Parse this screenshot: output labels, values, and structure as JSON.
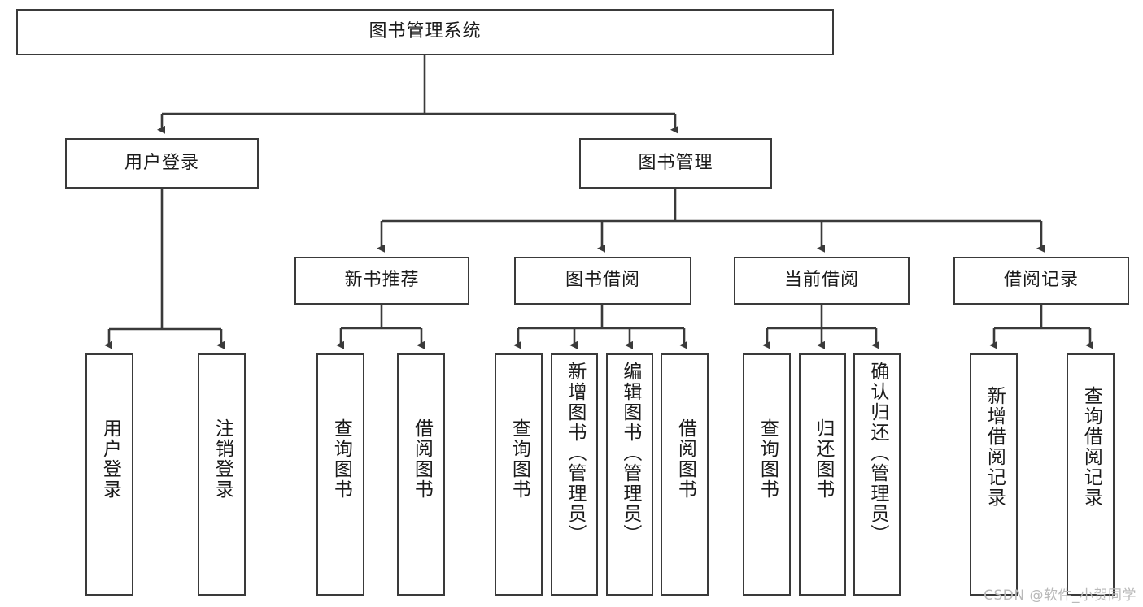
{
  "diagram": {
    "title": "图书管理系统",
    "watermark": "CSDN @软件_小贺同学",
    "root": {
      "id": "root",
      "label": "图书管理系统"
    },
    "level2": [
      {
        "id": "user-login",
        "label": "用户登录"
      },
      {
        "id": "book-management",
        "label": "图书管理"
      }
    ],
    "level3": [
      {
        "id": "new-book-recommend",
        "label": "新书推荐"
      },
      {
        "id": "book-borrow",
        "label": "图书借阅"
      },
      {
        "id": "current-borrow",
        "label": "当前借阅"
      },
      {
        "id": "borrow-record",
        "label": "借阅记录"
      }
    ],
    "leaves": {
      "user_login": [
        {
          "id": "leaf-user-login",
          "label": "用户登录"
        },
        {
          "id": "leaf-logout-login",
          "label": "注销登录"
        }
      ],
      "new_book_recommend": [
        {
          "id": "leaf-query-book-1",
          "label": "查询图书"
        },
        {
          "id": "leaf-borrow-book-1",
          "label": "借阅图书"
        }
      ],
      "book_borrow": [
        {
          "id": "leaf-query-book-2",
          "label": "查询图书"
        },
        {
          "id": "leaf-add-book",
          "label": "新增图书（管理员）"
        },
        {
          "id": "leaf-edit-book",
          "label": "编辑图书（管理员）"
        },
        {
          "id": "leaf-borrow-book-2",
          "label": "借阅图书"
        }
      ],
      "current_borrow": [
        {
          "id": "leaf-query-book-3",
          "label": "查询图书"
        },
        {
          "id": "leaf-return-book",
          "label": "归还图书"
        },
        {
          "id": "leaf-confirm-return",
          "label": "确认归还（管理员）"
        }
      ],
      "borrow_record": [
        {
          "id": "leaf-add-record",
          "label": "新增借阅记录"
        },
        {
          "id": "leaf-query-record",
          "label": "查询借阅记录"
        }
      ]
    },
    "colors": {
      "stroke": "#3a3a3a",
      "text": "#1b1b1b",
      "background": "#ffffff",
      "watermark": "#b9b9b9"
    }
  }
}
